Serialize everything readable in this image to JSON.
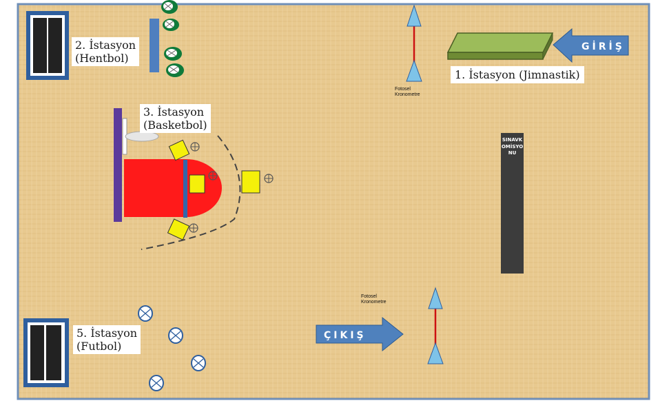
{
  "stations": {
    "s1": "1. İstasyon (Jimnastik)",
    "s2_line1": "2. İstasyon",
    "s2_line2": "(Hentbol)",
    "s3_line1": "3. İstasyon",
    "s3_line2": "(Basketbol)",
    "s5_line1": "5. İstasyon",
    "s5_line2": "(Futbol)"
  },
  "arrows": {
    "entry": "GİRİŞ",
    "exit": "ÇIKIŞ"
  },
  "timers": {
    "top_line1": "Fotosel",
    "top_line2": "Kronometre",
    "bottom_line1": "Fotosel",
    "bottom_line2": "Kronometre"
  },
  "committee": "SINAVKOMİSYONU",
  "colors": {
    "floor": "#e8c98f",
    "border": "#6f8fb8",
    "court_red": "#ff1a1a",
    "arrow_blue": "#4f81bd",
    "mat_green": "#86a64a",
    "cone_blue": "#7ec3e8",
    "goal_blue": "#2f5f9e",
    "cone_yellow": "#f5f00a",
    "backboard_purple": "#5b3a9b"
  },
  "icons": [
    "ball-icon",
    "cone-icon",
    "goal-icon",
    "arrow-icon"
  ]
}
